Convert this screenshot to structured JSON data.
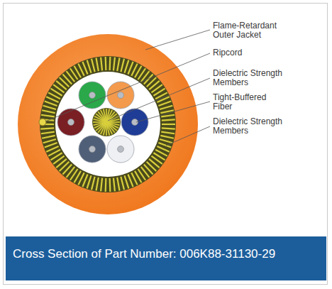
{
  "diagram": {
    "caption": "Cross Section of Part Number: 006K88-31130-29",
    "labels": [
      "Flame-Retardant Outer Jacket",
      "Ripcord",
      "Dielectric Strength Members",
      "Tight-Buffered Fiber",
      "Dielectric Strength Members"
    ]
  }
}
